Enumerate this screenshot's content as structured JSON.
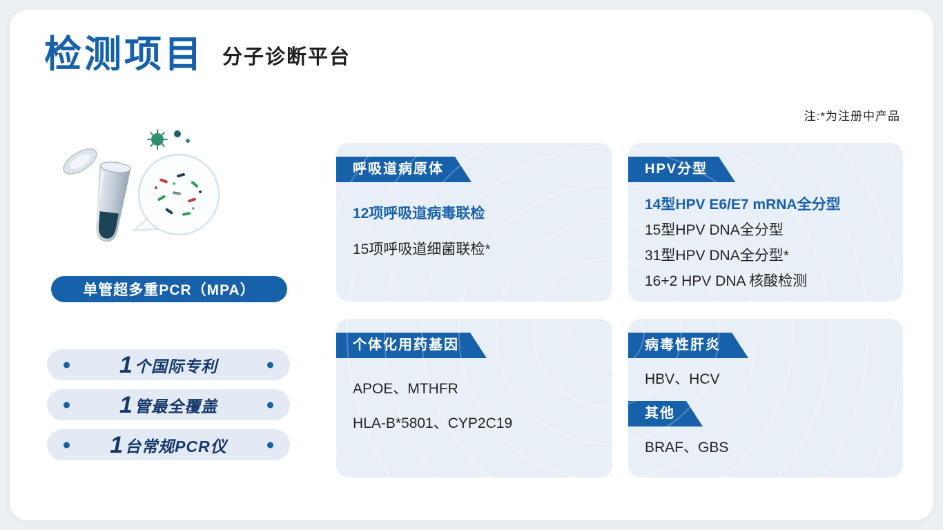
{
  "header": {
    "title": "检测项目",
    "subtitle": "分子诊断平台",
    "note": "注:*为注册中产品"
  },
  "left": {
    "badge": "单管超多重PCR（MPA）",
    "stats": [
      {
        "num": "1",
        "text": "个国际专利"
      },
      {
        "num": "1",
        "text": "管最全覆盖"
      },
      {
        "num": "1",
        "text": "台常规PCR仪"
      }
    ]
  },
  "panels": {
    "respiratory": {
      "header": "呼吸道病原体",
      "items": [
        "12项呼吸道病毒联检",
        "15项呼吸道细菌联检*"
      ]
    },
    "hpv": {
      "header": "HPV分型",
      "items": [
        "14型HPV E6/E7 mRNA全分型",
        "15型HPV DNA全分型",
        "31型HPV DNA全分型*",
        "16+2 HPV DNA 核酸检测"
      ]
    },
    "pgx": {
      "header": "个体化用药基因",
      "items": [
        "APOE、MTHFR",
        "HLA-B*5801、CYP2C19"
      ]
    },
    "hepatitis": {
      "header": "病毒性肝炎",
      "items": [
        "HBV、HCV"
      ]
    },
    "other": {
      "header": "其他",
      "items": [
        "BRAF、GBS"
      ]
    }
  },
  "colors": {
    "accent": "#1760aa",
    "panel-bg": "#e9eff6",
    "pill-bg": "#e3eaf3",
    "navy": "#16386a",
    "page-bg": "#edf0f3",
    "text": "#1b1b1b"
  }
}
